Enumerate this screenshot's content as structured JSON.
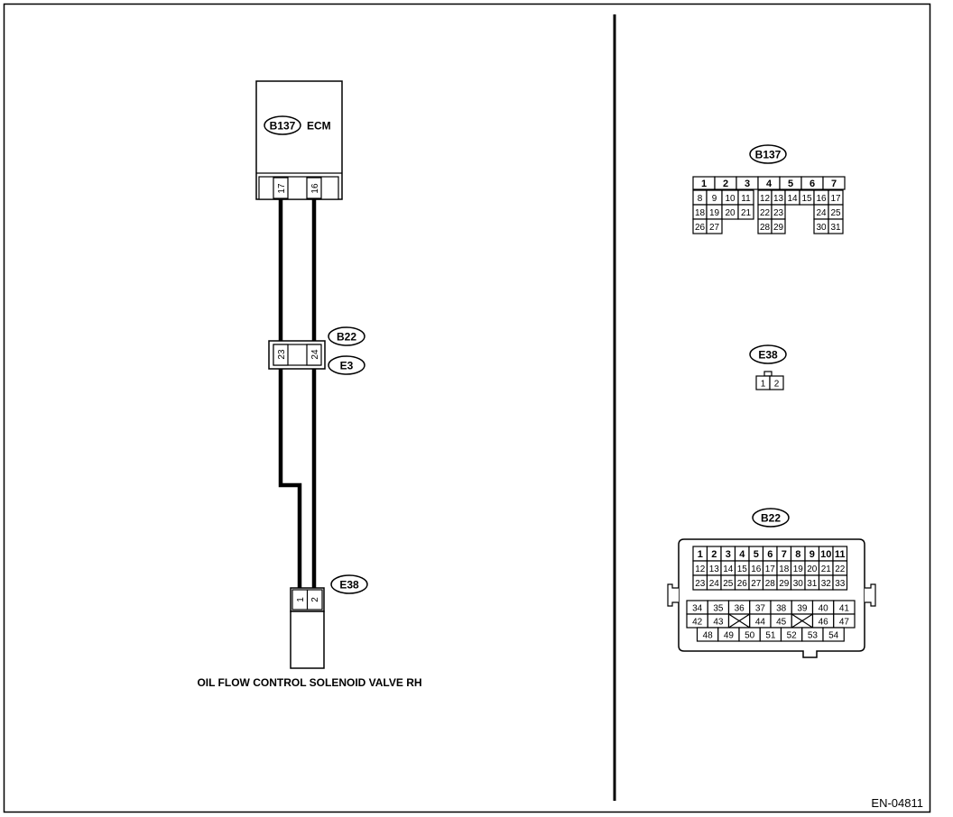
{
  "doc_code": "EN-04811",
  "ecm": {
    "connector_tag": "B137",
    "label": "ECM",
    "pins": [
      "17",
      "16"
    ]
  },
  "joint": {
    "upper_tag": "B22",
    "lower_tag": "E3",
    "pins": [
      "23",
      "24"
    ]
  },
  "solenoid": {
    "connector_tag": "E38",
    "pins": [
      "1",
      "2"
    ],
    "label": "OIL FLOW CONTROL SOLENOID VALVE RH"
  },
  "connector_views": {
    "b137": {
      "tag": "B137",
      "rows": [
        [
          "1",
          "2",
          "3",
          "4",
          "5",
          "6",
          "7"
        ],
        [
          "8",
          "9",
          "10",
          "11",
          "12",
          "13",
          "14",
          "15",
          "16",
          "17"
        ],
        [
          "18",
          "19",
          "20",
          "21",
          "22",
          "23",
          "24",
          "25"
        ],
        [
          "26",
          "27",
          "28",
          "29",
          "30",
          "31"
        ]
      ]
    },
    "e38": {
      "tag": "E38",
      "pins": [
        "1",
        "2"
      ]
    },
    "b22": {
      "tag": "B22",
      "rows": [
        [
          "1",
          "2",
          "3",
          "4",
          "5",
          "6",
          "7",
          "8",
          "9",
          "10",
          "11"
        ],
        [
          "12",
          "13",
          "14",
          "15",
          "16",
          "17",
          "18",
          "19",
          "20",
          "21",
          "22"
        ],
        [
          "23",
          "24",
          "25",
          "26",
          "27",
          "28",
          "29",
          "30",
          "31",
          "32",
          "33"
        ],
        [
          "34",
          "35",
          "36",
          "37",
          "38",
          "39",
          "40",
          "41"
        ],
        [
          "42",
          "43",
          "",
          "44",
          "45",
          "",
          "46",
          "47"
        ],
        [
          "48",
          "49",
          "50",
          "51",
          "52",
          "53",
          "54"
        ]
      ]
    }
  }
}
